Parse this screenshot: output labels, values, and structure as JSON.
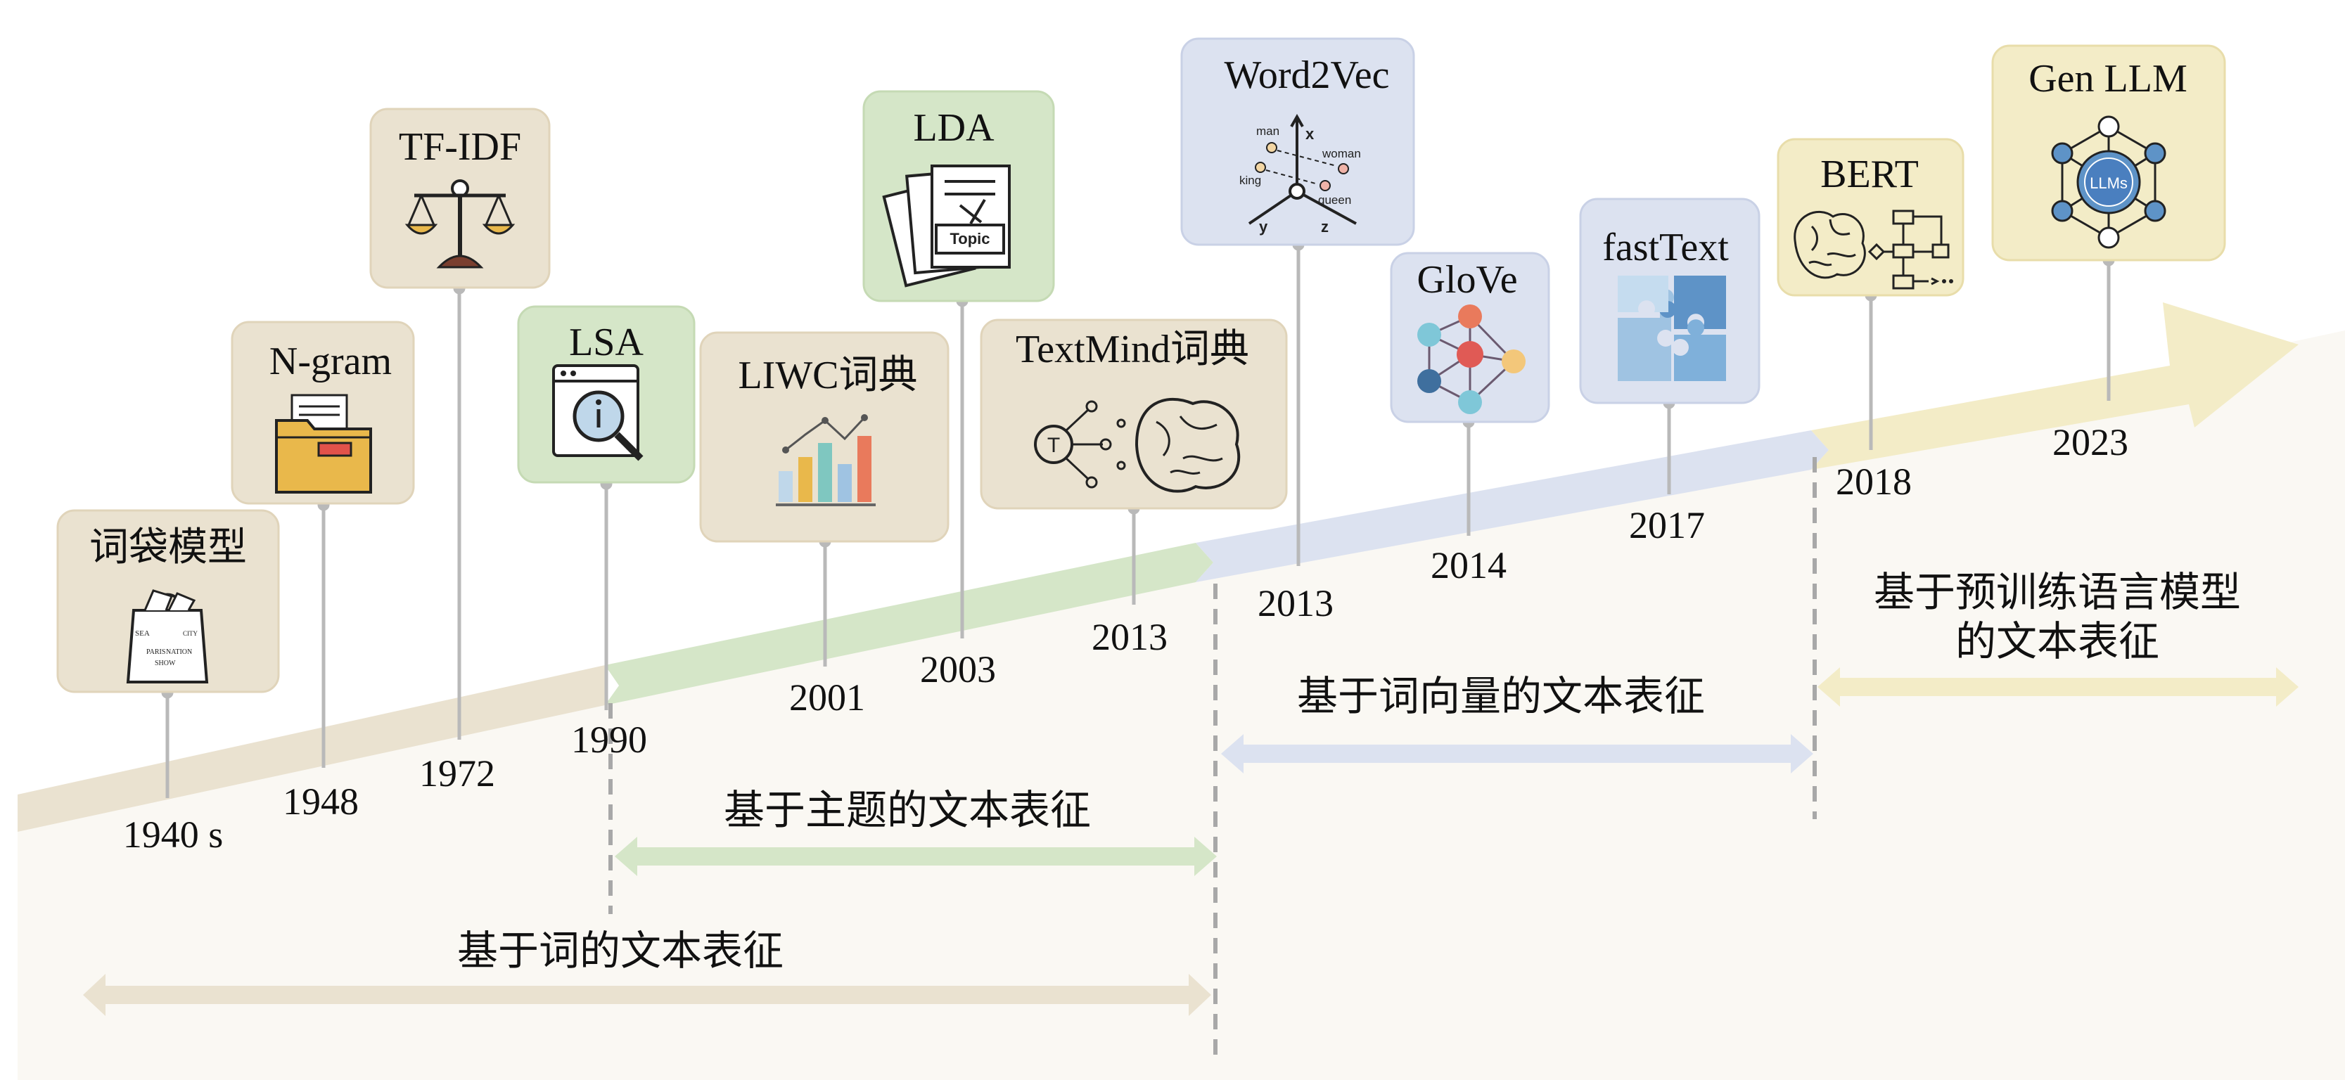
{
  "colors": {
    "background_fill": "#FAF8F3",
    "word_era": "#EAE2D0",
    "topic_era": "#D5E6C8",
    "vector_era": "#DCE2F0",
    "pretrained_era": "#F3ECC7",
    "stem": "#B9B9B9",
    "divider": "#A8A8A8"
  },
  "milestones": [
    {
      "title": "词袋模型",
      "year": "1940 s",
      "icon": "shopping-bag-icon"
    },
    {
      "title": "N-gram",
      "year": "1948",
      "icon": "folder-icon"
    },
    {
      "title": "TF-IDF",
      "year": "1972",
      "icon": "balance-scale-icon"
    },
    {
      "title": "LSA",
      "year": "1990",
      "icon": "search-window-icon"
    },
    {
      "title": "LIWC词典",
      "year": "2001",
      "icon": "bar-chart-icon"
    },
    {
      "title": "LDA",
      "year": "2003",
      "icon": "topic-documents-icon"
    },
    {
      "title": "TextMind词典",
      "year": "2013",
      "icon": "brain-circuit-icon"
    },
    {
      "title": "Word2Vec",
      "year": "2013",
      "icon": "word-vector-icon",
      "diagram_labels": [
        "man",
        "woman",
        "king",
        "queen",
        "x",
        "y",
        "z"
      ]
    },
    {
      "title": "GloVe",
      "year": "2014",
      "icon": "network-graph-icon"
    },
    {
      "title": "fastText",
      "year": "2017",
      "icon": "puzzle-icon"
    },
    {
      "title": "BERT",
      "year": "2018",
      "icon": "brain-flowchart-icon"
    },
    {
      "title": "Gen LLM",
      "year": "2023",
      "icon": "llm-network-icon",
      "badge": "LLMs"
    }
  ],
  "eras": [
    {
      "label": "基于词的文本表征"
    },
    {
      "label": "基于主题的文本表征"
    },
    {
      "label": "基于词向量的文本表征"
    },
    {
      "label": "基于预训练语言模型",
      "label_line2": "的文本表征"
    }
  ],
  "bag_icon_text": [
    "SEA",
    "PARIS",
    "NATION",
    "SHOW",
    "CITY"
  ]
}
